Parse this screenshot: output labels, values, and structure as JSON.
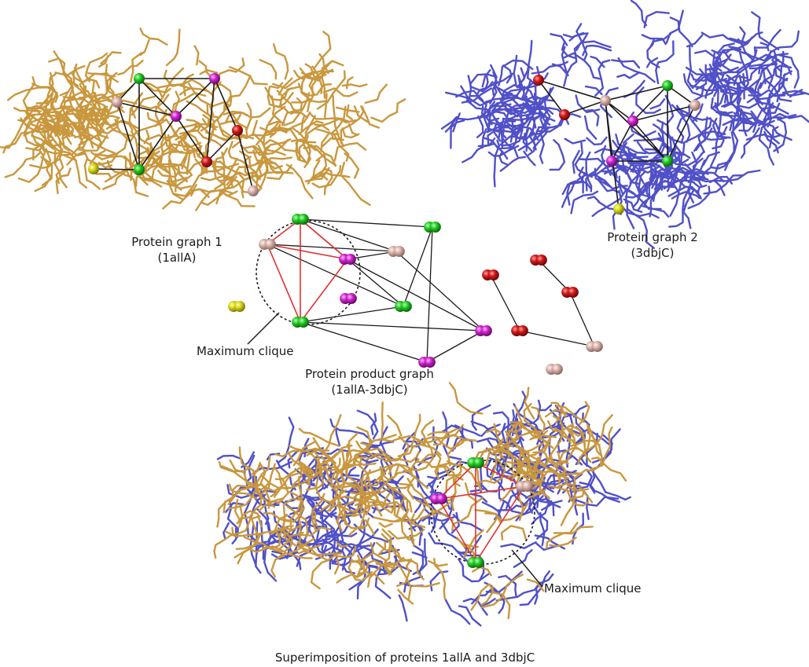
{
  "colors": {
    "protein1": "#c9973d",
    "protein2": "#5050c8",
    "green": "#22c922",
    "magenta": "#cc22cc",
    "red": "#d01818",
    "pink": "#d8b0a8",
    "yellow": "#d6d61a",
    "clique_edge": "#e23030",
    "edge": "#1a1a1a"
  },
  "labels": {
    "graph1_title": "Protein graph 1",
    "graph1_id": "(1allA)",
    "graph2_title": "Protein graph 2",
    "graph2_id": "(3dbjC)",
    "product_title": "Protein product graph",
    "product_id": "(1allA-3dbjC)",
    "max_clique_1": "Maximum clique",
    "max_clique_2": "Maximum clique",
    "superposition_title": "Superimposition of proteins 1allA and 3dbjC"
  }
}
